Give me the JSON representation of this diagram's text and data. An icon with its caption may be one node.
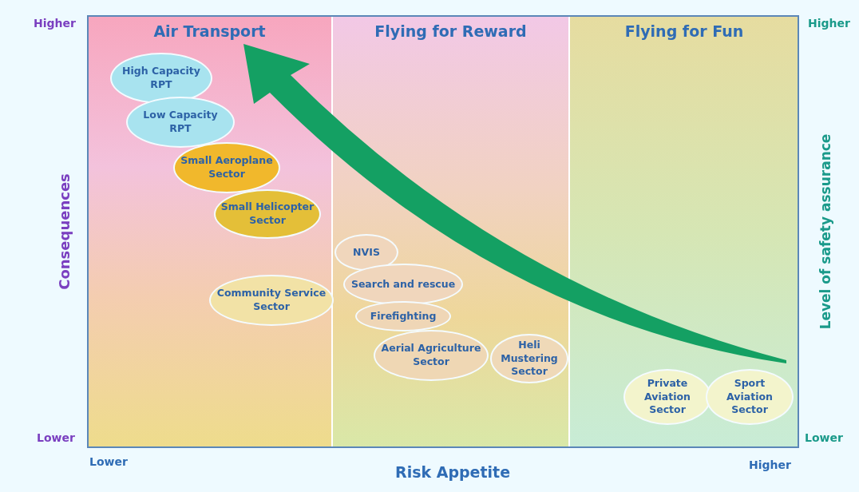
{
  "diagram": {
    "nodes": [
      {
        "text": [
          "Air Transport"
        ]
      },
      {
        "text": [
          "Flying for Reward"
        ]
      },
      {
        "text": [
          "Flying for Fun"
        ]
      },
      {
        "text": [
          "High Capacity RPT"
        ],
        "in": 0
      },
      {
        "text": [
          "Low Capacity RPT"
        ],
        "in": 0
      },
      {
        "text": [
          "Small Aeroplane Sector"
        ],
        "in": 0
      },
      {
        "text": [
          "Small Helicopter Sector"
        ],
        "in": 0
      },
      {
        "text": [
          "Community Service Sector"
        ],
        "in": 0
      },
      {
        "text": [
          "NVIS"
        ],
        "in": 1
      },
      {
        "text": [
          "Search and rescue"
        ],
        "in": 1
      },
      {
        "text": [
          "Firefighting"
        ],
        "in": 1
      },
      {
        "text": [
          "Aerial Agriculture Sector"
        ],
        "in": 1
      },
      {
        "text": [
          "Heli Mustering Sector"
        ],
        "in": 1
      },
      {
        "text": [
          "Private Aviation Sector"
        ],
        "in": 2
      },
      {
        "text": [
          "Sport Aviation Sector"
        ],
        "in": 2
      }
    ],
    "labels": [
      "Higher",
      "Higher",
      "Consequences",
      "Level of safety assurance",
      "Lower",
      "Lower",
      "Lower",
      "Higher",
      "Risk Appetite"
    ]
  }
}
